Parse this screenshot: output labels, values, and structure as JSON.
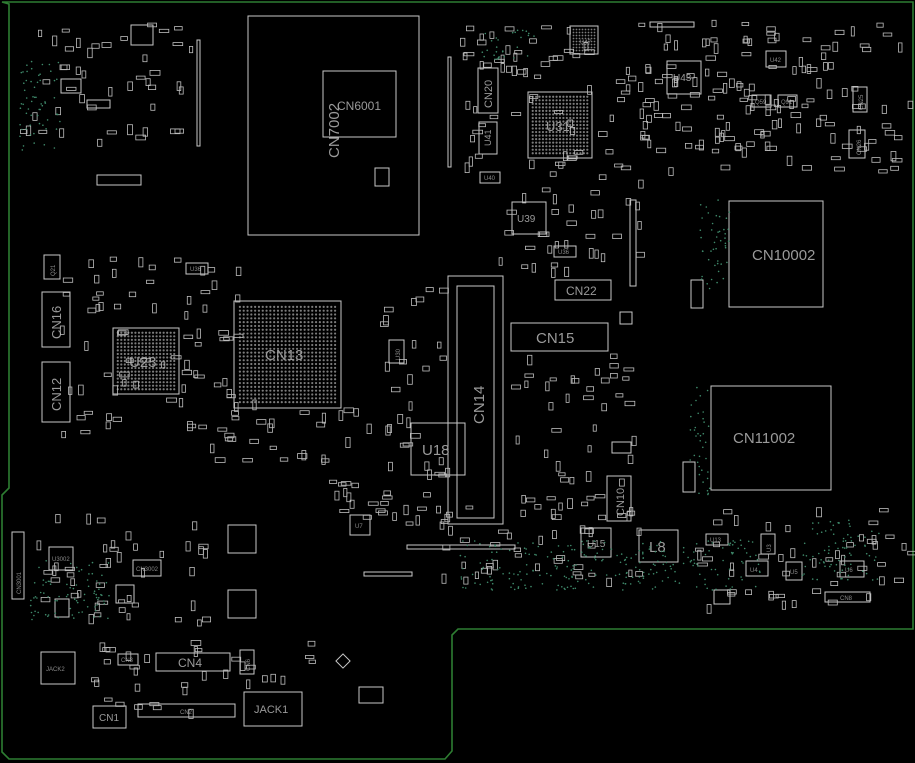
{
  "outline_color": "#2e7d32",
  "silk_color": "#c8c8c8",
  "label_color": "#9a9a9a",
  "via_color": "#3f8a6b",
  "refdes": {
    "cn7002": "CN7002",
    "cn6001": "CN6001",
    "cn20": "CN20",
    "u41": "U41",
    "u40": "U40",
    "u31": "U31",
    "u47": "U47",
    "u43": "U43",
    "u42": "U42",
    "q59": "Q59",
    "q91": "Q91",
    "cn26": "CN26",
    "cn25": "CN25",
    "u39": "U39",
    "u36": "U36",
    "cn22": "CN22",
    "cn10002": "CN10002",
    "cn15": "CN15",
    "cn16": "CN16",
    "u23": "U23",
    "cn13": "CN13",
    "q21": "Q21",
    "u36b": "U36",
    "cn12": "CN12",
    "u30": "U30",
    "cn14": "CN14",
    "u18": "U18",
    "cn11002": "CN11002",
    "cn10": "CN10",
    "u15": "U15",
    "l8": "L8",
    "u7": "U7",
    "u13": "U13",
    "u3": "U3",
    "u4": "U4",
    "u5": "U5",
    "u6": "U6",
    "cn8": "CN8",
    "cn3001": "CN3001",
    "cn3002": "CN3002",
    "jack2": "JACK2",
    "cn3": "CN3",
    "cn4": "CN4",
    "cn6": "CN6",
    "cn2": "CN2",
    "jack1": "JACK1",
    "cn1": "CN1",
    "u3002": "U3002"
  }
}
